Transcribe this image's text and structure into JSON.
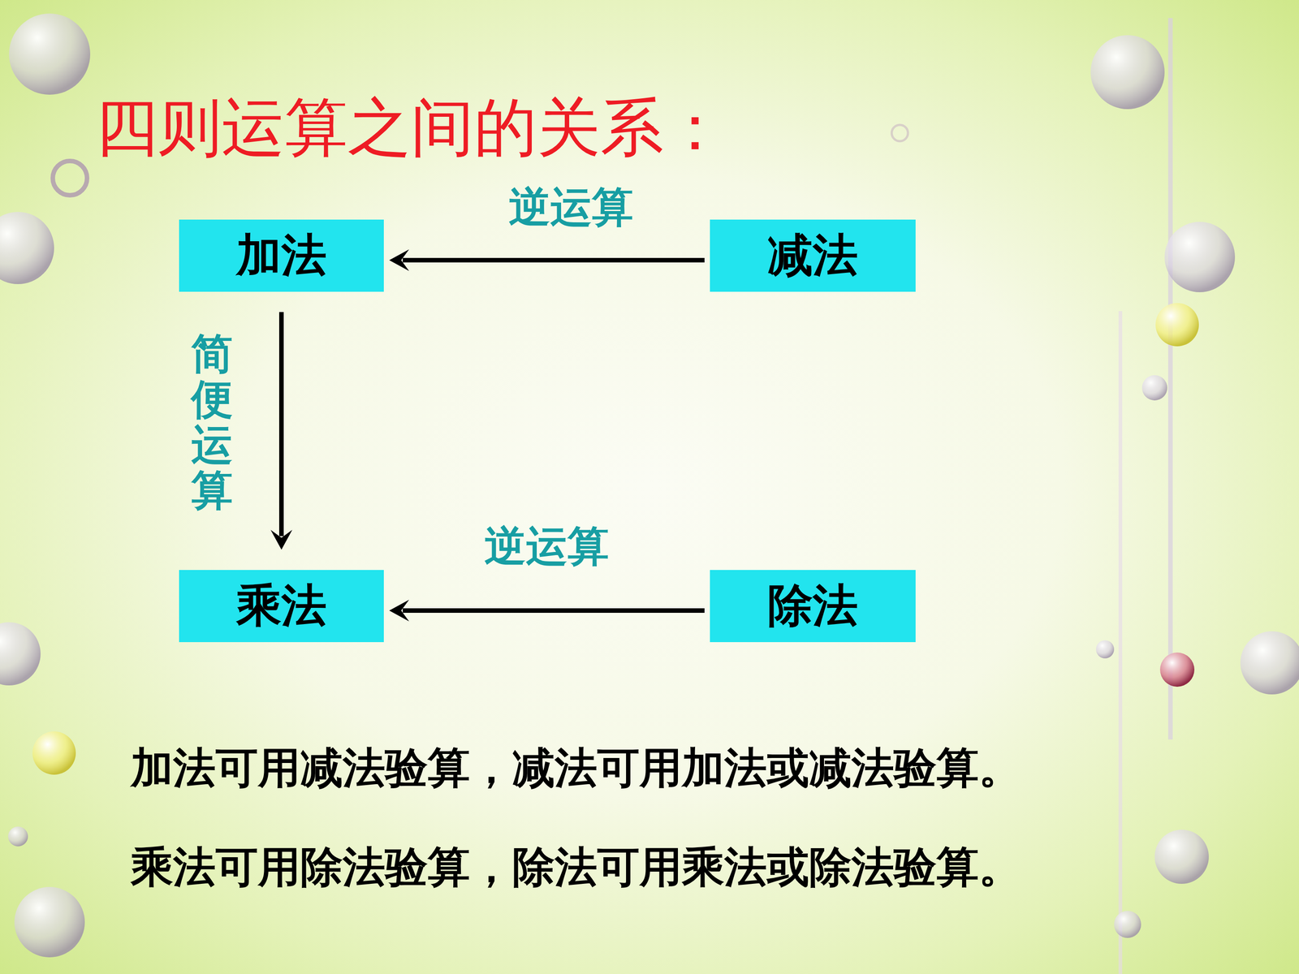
{
  "diagram": {
    "title": "四则运算之间的关系：",
    "nodes": [
      {
        "text": [
          "加法"
        ]
      },
      {
        "text": [
          "减法"
        ]
      },
      {
        "text": [
          "乘法"
        ]
      },
      {
        "text": [
          "除法"
        ]
      }
    ],
    "edges": [
      {
        "from": 1,
        "to": 0,
        "arrow": "to",
        "label": "逆运算"
      },
      {
        "from": 0,
        "to": 2,
        "arrow": "to",
        "label": "简便运算"
      },
      {
        "from": 3,
        "to": 2,
        "arrow": "to",
        "label": "逆运算"
      }
    ],
    "labels": [
      "加法可用减法验算，减法可用加法或减法验算。",
      "乘法可用除法验算，除法可用乘法或除法验算。"
    ]
  }
}
